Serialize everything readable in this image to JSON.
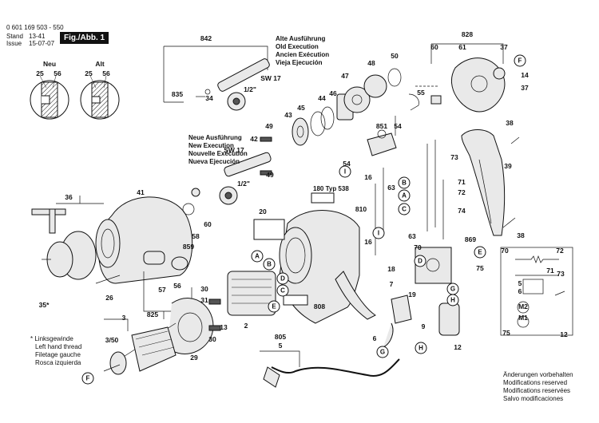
{
  "header": {
    "part_number": "0 601 169 503 - 550",
    "stand_label": "Stand",
    "issue_label": "Issue",
    "stand_value": "13-41",
    "issue_value": "15-07-07",
    "fig_label": "Fig./Abb. 1"
  },
  "details": {
    "new_label": "Neu",
    "old_label": "Alt",
    "new_nums": [
      "25",
      "56"
    ],
    "old_nums": [
      "25",
      "56"
    ]
  },
  "old_execution": [
    "Alte Ausführung",
    "Old Execution",
    "Ancien Exécution",
    "Vieja Ejecución"
  ],
  "new_execution": [
    "Neue Ausführung",
    "New Execution",
    "Nouvelle Exécution",
    "Nueva Ejecución"
  ],
  "left_hand_thread": [
    "* Linksgewinde",
    "Left hand thread",
    "Filetage gauche",
    "Rosca izquierda"
  ],
  "modifications": [
    "Änderungen vorbehalten",
    "Modifications reserved",
    "Modifications reservées",
    "Salvo modificaciones"
  ],
  "typ_label": "180 Typ 538",
  "callouts": [
    {
      "text": "842"
    },
    {
      "text": "835"
    },
    {
      "text": "34"
    },
    {
      "text": "SW 17"
    },
    {
      "text": "1/2\""
    },
    {
      "text": "828"
    },
    {
      "text": "60"
    },
    {
      "text": "61"
    },
    {
      "text": "37"
    },
    {
      "text": "F"
    },
    {
      "text": "14"
    },
    {
      "text": "37"
    },
    {
      "text": "50"
    },
    {
      "text": "48"
    },
    {
      "text": "47"
    },
    {
      "text": "55"
    },
    {
      "text": "46"
    },
    {
      "text": "44"
    },
    {
      "text": "45"
    },
    {
      "text": "43"
    },
    {
      "text": "49"
    },
    {
      "text": "42"
    },
    {
      "text": "49"
    },
    {
      "text": "SW 17"
    },
    {
      "text": "1/2\""
    },
    {
      "text": "851"
    },
    {
      "text": "54"
    },
    {
      "text": "54"
    },
    {
      "text": "73"
    },
    {
      "text": "38"
    },
    {
      "text": "39"
    },
    {
      "text": "38"
    },
    {
      "text": "36"
    },
    {
      "text": "41"
    },
    {
      "text": "60"
    },
    {
      "text": "58"
    },
    {
      "text": "859"
    },
    {
      "text": "57"
    },
    {
      "text": "56"
    },
    {
      "text": "26"
    },
    {
      "text": "35*"
    },
    {
      "text": "20"
    },
    {
      "text": "16"
    },
    {
      "text": "63"
    },
    {
      "text": "71"
    },
    {
      "text": "72"
    },
    {
      "text": "74"
    },
    {
      "text": "810"
    },
    {
      "text": "16"
    },
    {
      "text": "63"
    },
    {
      "text": "70"
    },
    {
      "text": "869"
    },
    {
      "text": "E"
    },
    {
      "text": "75"
    },
    {
      "text": "18"
    },
    {
      "text": "7"
    },
    {
      "text": "19"
    },
    {
      "text": "G"
    },
    {
      "text": "H"
    },
    {
      "text": "9"
    },
    {
      "text": "6"
    },
    {
      "text": "12"
    },
    {
      "text": "808"
    },
    {
      "text": "825"
    },
    {
      "text": "30"
    },
    {
      "text": "31"
    },
    {
      "text": "13"
    },
    {
      "text": "2"
    },
    {
      "text": "30"
    },
    {
      "text": "29"
    },
    {
      "text": "3"
    },
    {
      "text": "3/50"
    },
    {
      "text": "F"
    },
    {
      "text": "805"
    },
    {
      "text": "5"
    },
    {
      "text": "A"
    },
    {
      "text": "B"
    },
    {
      "text": "D"
    },
    {
      "text": "C"
    },
    {
      "text": "E"
    },
    {
      "text": "I"
    },
    {
      "text": "B"
    },
    {
      "text": "A"
    },
    {
      "text": "C"
    },
    {
      "text": "D"
    },
    {
      "text": "I"
    },
    {
      "text": "G"
    },
    {
      "text": "H"
    }
  ],
  "schematic": {
    "labels": [
      "70",
      "72",
      "71",
      "73",
      "5",
      "6",
      "M2",
      "M1",
      "75",
      "12"
    ]
  }
}
